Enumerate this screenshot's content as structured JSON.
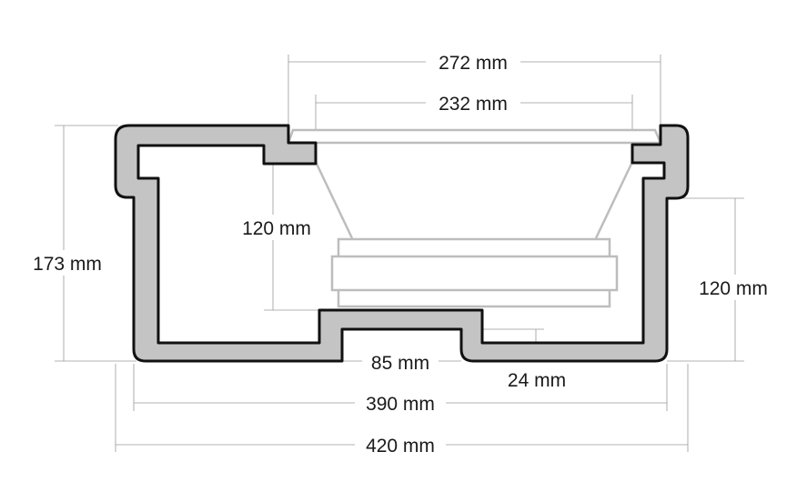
{
  "diagram": {
    "colors": {
      "wall_fill": "#c4c4c4",
      "wall_outline": "#111111",
      "speaker": "#bdbdbd",
      "dimension": "#9a9a9a"
    },
    "labels": {
      "speaker_outer": "272 mm",
      "speaker_cutout": "232 mm",
      "total_height": "173 mm",
      "inner_depth_left": "120 mm",
      "outer_depth_right": "120 mm",
      "center_step": "85 mm",
      "step_depth": "24 mm",
      "inner_width": "390 mm",
      "outer_width": "420 mm"
    }
  }
}
